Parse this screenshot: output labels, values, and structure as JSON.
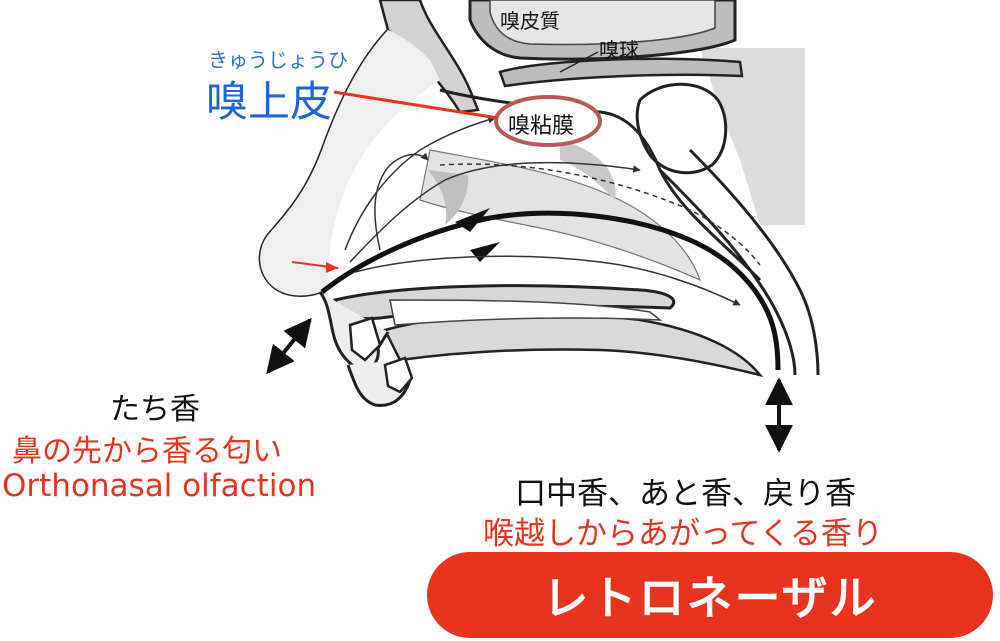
{
  "labels": {
    "furigana": "きゅうじょうひ",
    "olfactory_epithelium": "嗅上皮",
    "olfactory_cortex": "嗅皮質",
    "olfactory_bulb": "嗅球",
    "olfactory_mucosa": "嗅粘膜"
  },
  "orthonasal": {
    "title": "たち香",
    "description": "鼻の先から香る匂い",
    "english": "Orthonasal olfaction"
  },
  "retronasal": {
    "title": "口中香、あと香、戻り香",
    "description": "喉越しからあがってくる香り",
    "badge": "レトロネーザル"
  },
  "colors": {
    "accent_red": "#e8341e",
    "epithelium_blue": "#1f64d8",
    "mucosa_circle": "#b85a5a",
    "tissue_gray": "#c9c9c9",
    "cavity_gray": "#e3e3e3"
  }
}
